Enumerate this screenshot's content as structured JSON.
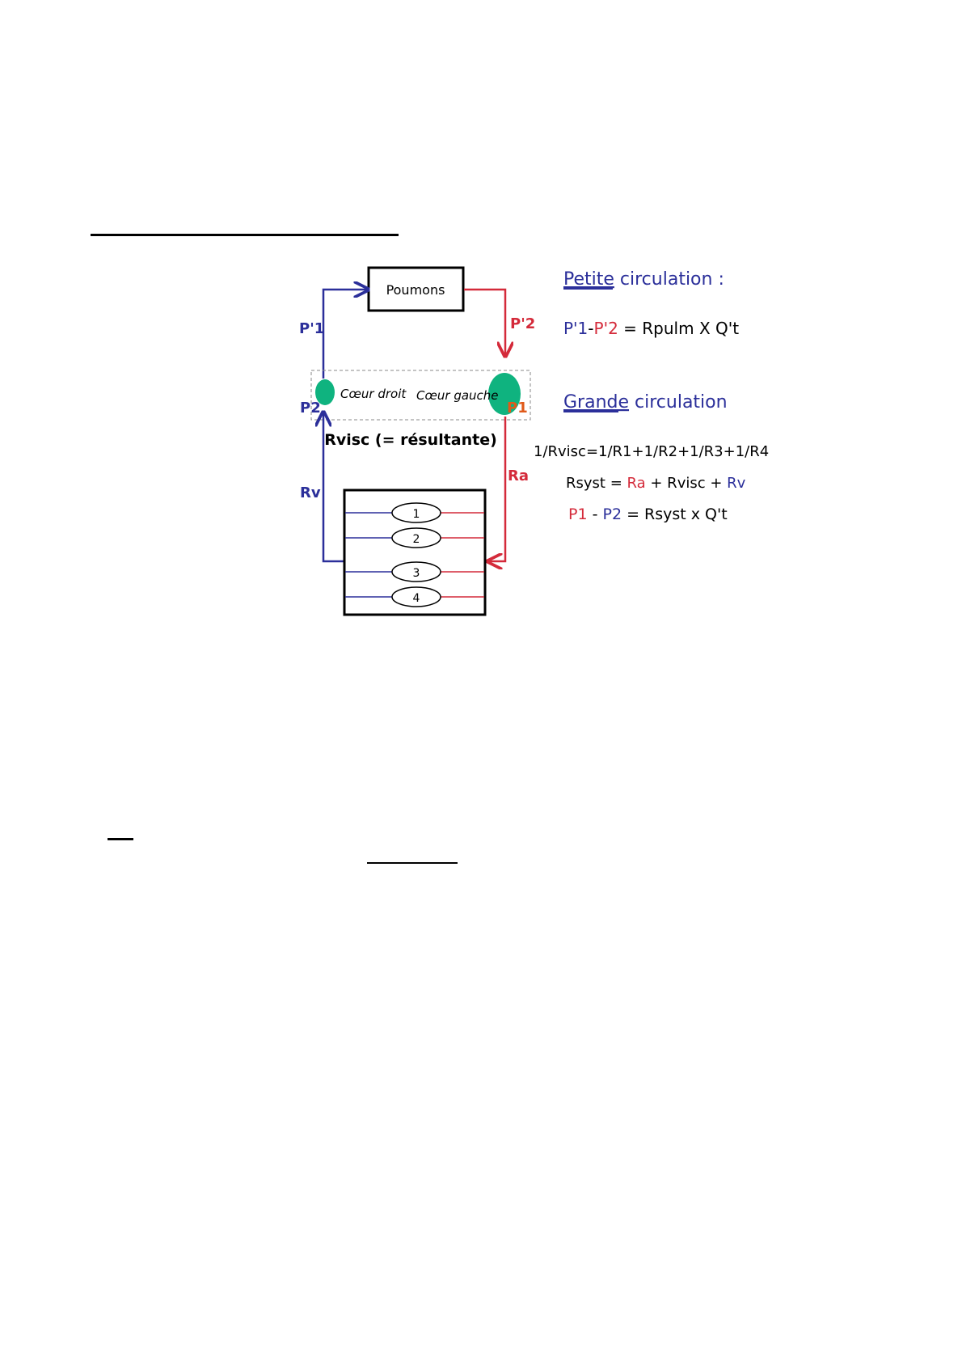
{
  "diagram": {
    "lungs": "Poumons",
    "right_heart": "Cœur droit",
    "left_heart": "Cœur gauche",
    "p1_prime": "P'1",
    "p2_prime": "P'2",
    "p1": "P1",
    "p2": "P2",
    "rv": "Rv",
    "ra": "Ra",
    "rvisc_label": "Rvisc (= résultante)",
    "resistors": [
      "1",
      "2",
      "3",
      "4"
    ]
  },
  "equations": {
    "petite_title_u": "Petite",
    "petite_title_rest": " circulation :",
    "petite_eq": {
      "a": "P'1",
      "dash": "-",
      "b": "P'2",
      "rest": " = Rpulm X Q't"
    },
    "grande_title_u": "Grande",
    "grande_title_rest": " circulation",
    "rvisc_eq": "1/Rvisc=1/R1+1/R2+1/R3+1/R4",
    "rsyst_eq": {
      "a": "Rsyst = ",
      "ra": "Ra",
      "mid": " + Rvisc + ",
      "rv": "Rv"
    },
    "flow_eq": {
      "p1": "P1",
      "dash": " - ",
      "p2": "P2",
      "rest": " = Rsyst x Q't"
    }
  },
  "colors": {
    "blue": "#2b2f9a",
    "red": "#d42a3a",
    "green": "#0fb37f",
    "orange": "#e05a1a"
  }
}
